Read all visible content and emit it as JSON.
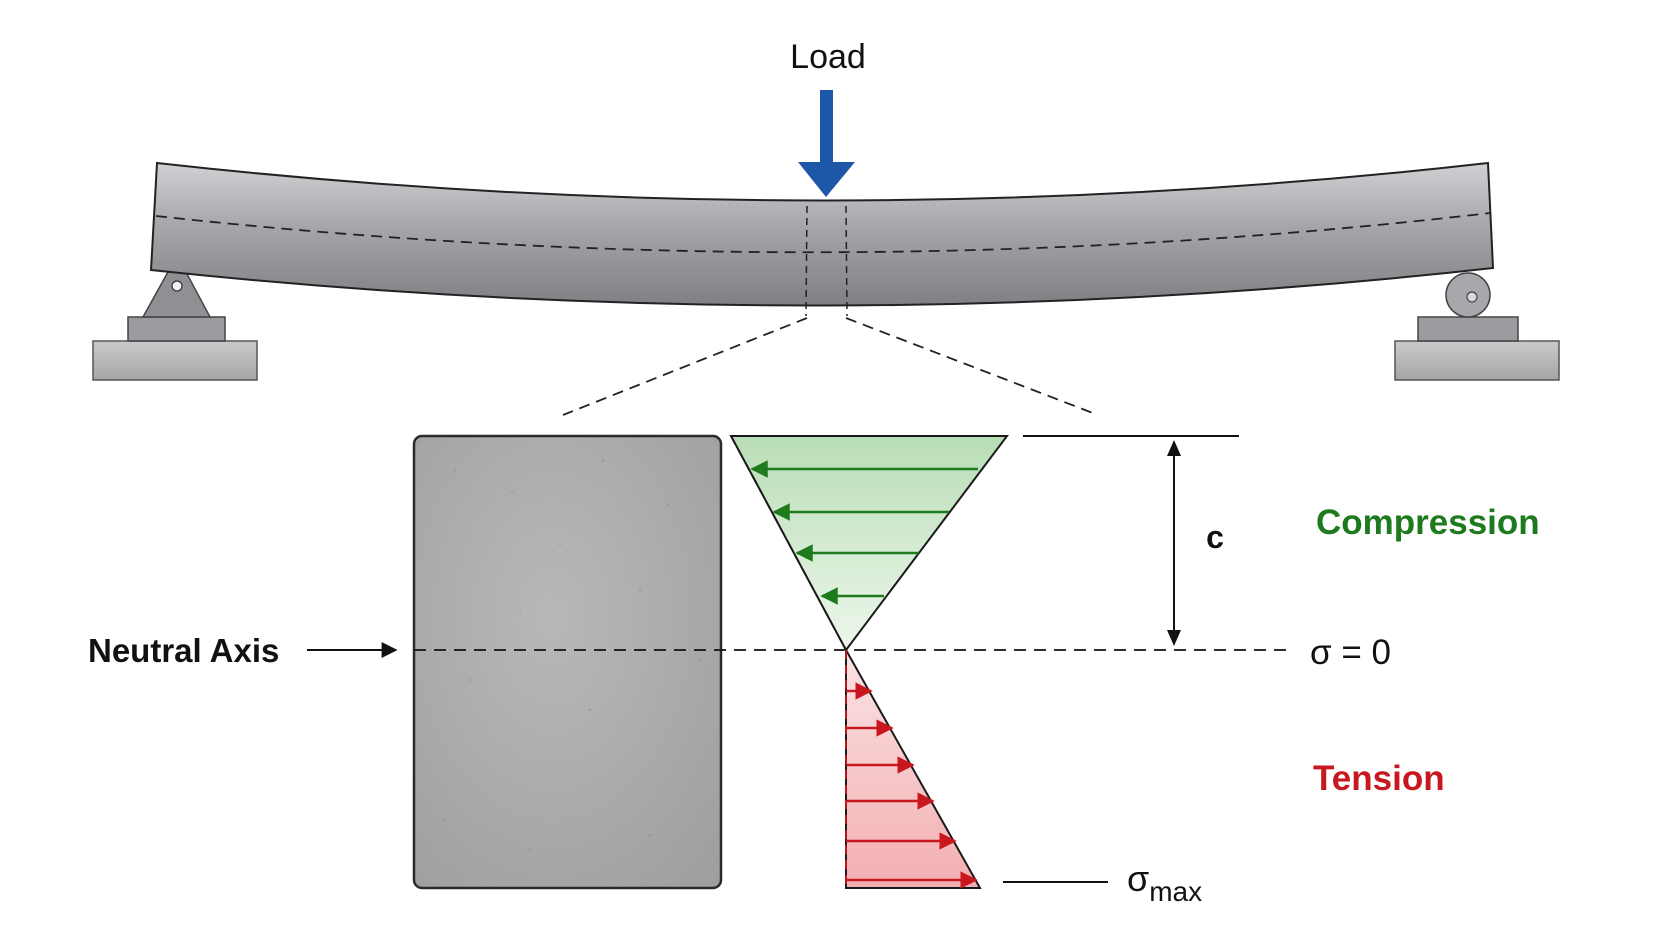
{
  "labels": {
    "load": "Load",
    "neutral_axis": "Neutral Axis",
    "depth": "c",
    "zero_stress": "σ = 0",
    "sigma": "σ",
    "max_sub": "max",
    "compression": "Compression",
    "tension": "Tension"
  },
  "colors": {
    "load_arrow": "#1f57a8",
    "compression": "#1d7a1d",
    "compression_fill": "#c3e3c0",
    "tension": "#c8171e",
    "tension_fill": "#f3b7b9",
    "beam": "#9d9fa2",
    "concrete": "#a8aaab"
  }
}
